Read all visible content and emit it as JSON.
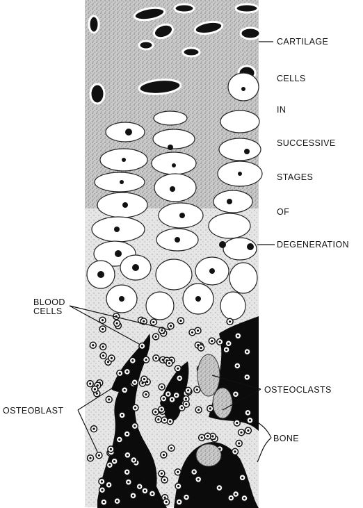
{
  "labels": {
    "cartilage": "CARTILAGE",
    "cells": "CELLS",
    "in": "IN",
    "successive": "SUCCESSIVE",
    "stages": "STAGES",
    "of": "OF",
    "degeneration": "DEGENERATION",
    "blood_line1": "BLOOD",
    "blood_line2": "CELLS",
    "osteoclasts": "OSTEOCLASTS",
    "osteoblast": "OSTEOBLAST",
    "bone": "BONE"
  }
}
